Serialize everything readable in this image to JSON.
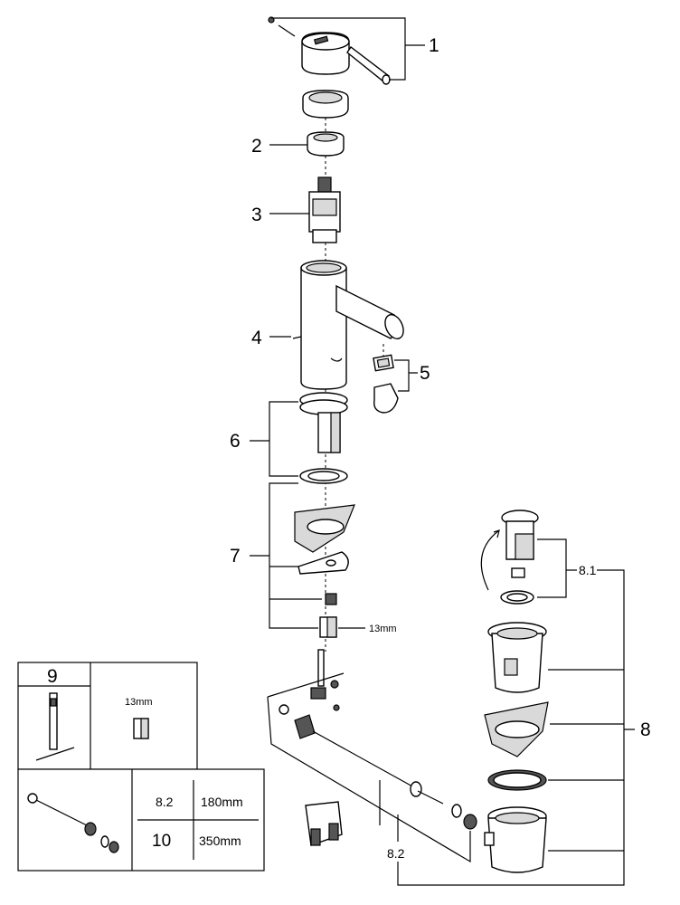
{
  "callouts": {
    "c1": "1",
    "c2": "2",
    "c3": "3",
    "c4": "4",
    "c5": "5",
    "c6": "6",
    "c7": "7",
    "c8": "8",
    "c8_1": "8.1",
    "c8_2": "8.2"
  },
  "dimensions": {
    "nut_size": "13mm"
  },
  "inset_tools": {
    "number": "9",
    "wrench_size": "13mm"
  },
  "inset_rods": {
    "rows": [
      {
        "code": "8.2",
        "length": "180mm"
      },
      {
        "code": "10",
        "length": "350mm"
      }
    ]
  }
}
